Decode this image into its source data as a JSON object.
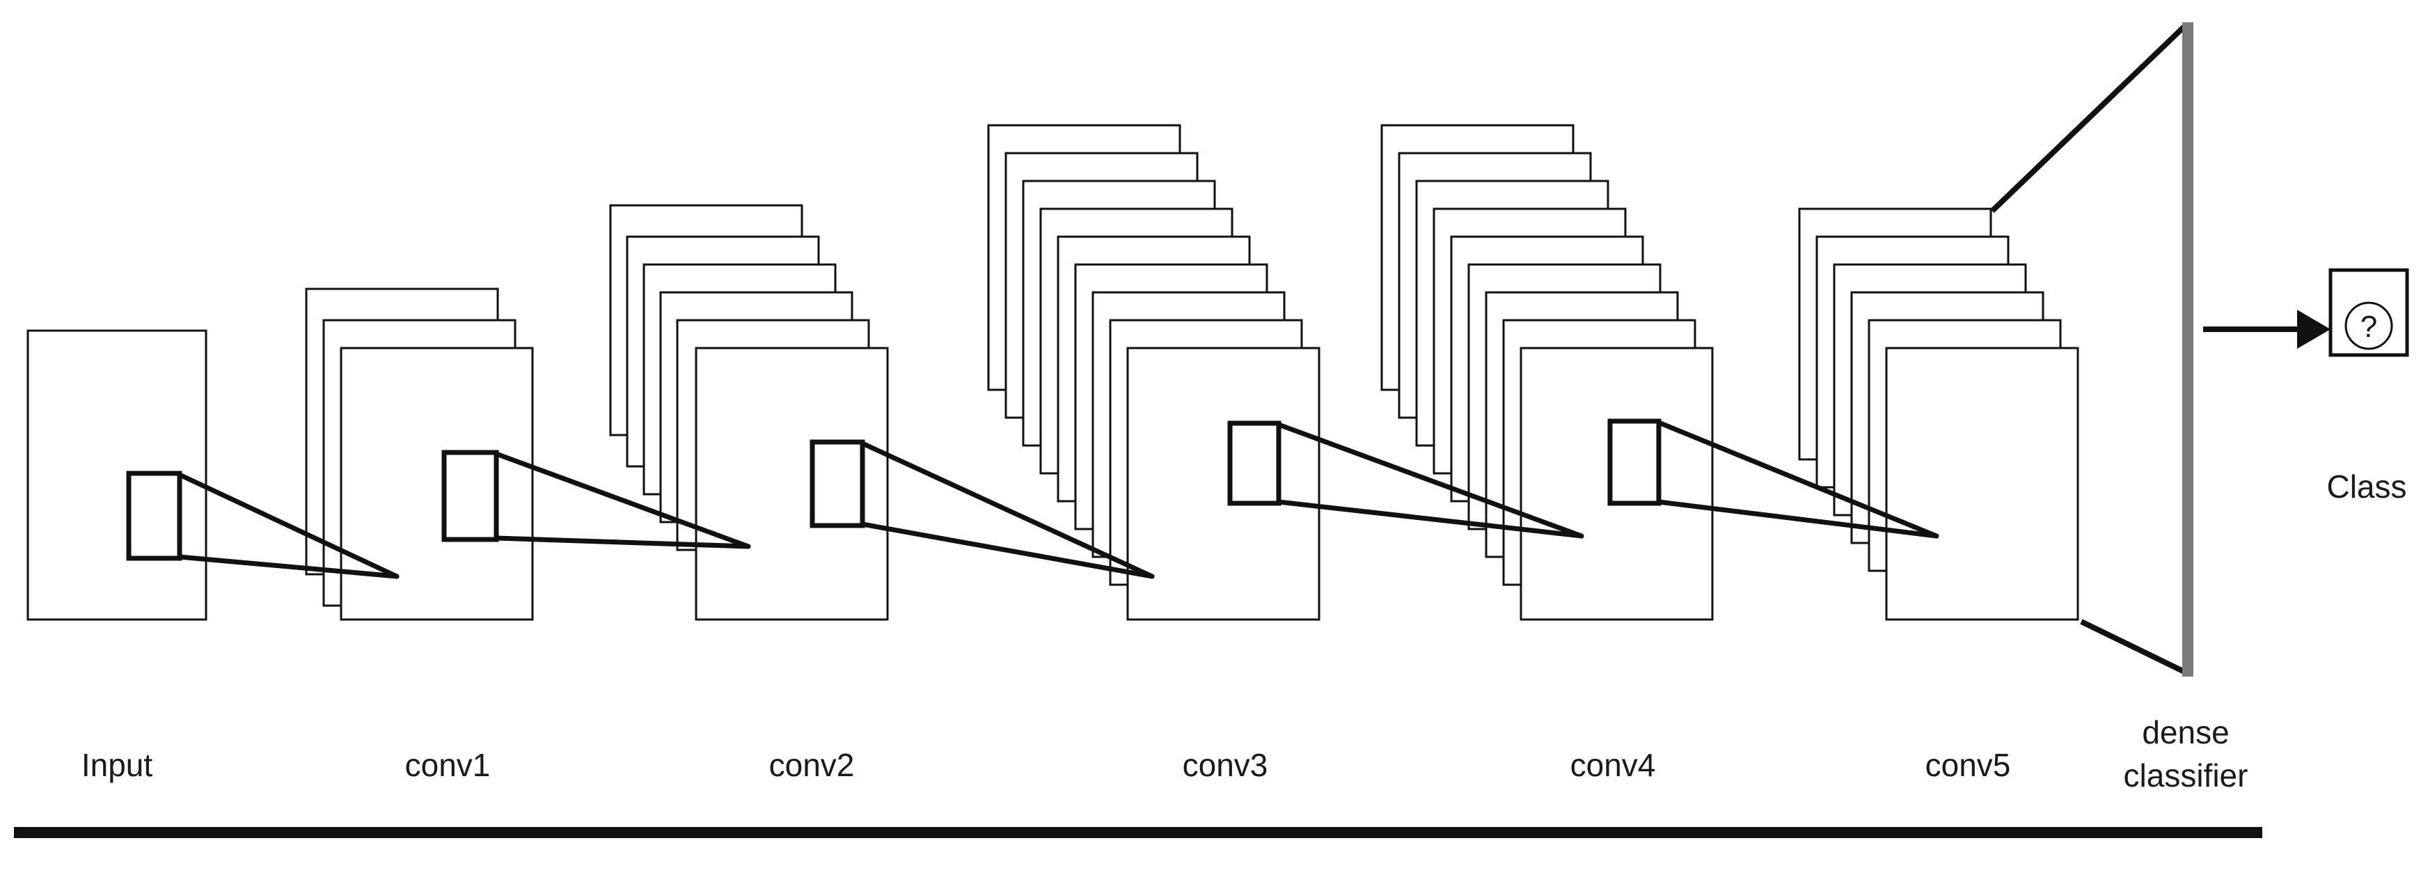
{
  "diagram": {
    "layers": [
      {
        "label": "Input"
      },
      {
        "label": "conv1"
      },
      {
        "label": "conv2"
      },
      {
        "label": "conv3"
      },
      {
        "label": "conv4"
      },
      {
        "label": "conv5"
      }
    ],
    "classifier": {
      "label_line1": "dense",
      "label_line2": "classifier"
    },
    "output": {
      "symbol": "?",
      "label": "Class"
    },
    "colors": {
      "stroke": "#111111",
      "classifier_bar": "#7a7a7a",
      "background": "#ffffff"
    }
  }
}
